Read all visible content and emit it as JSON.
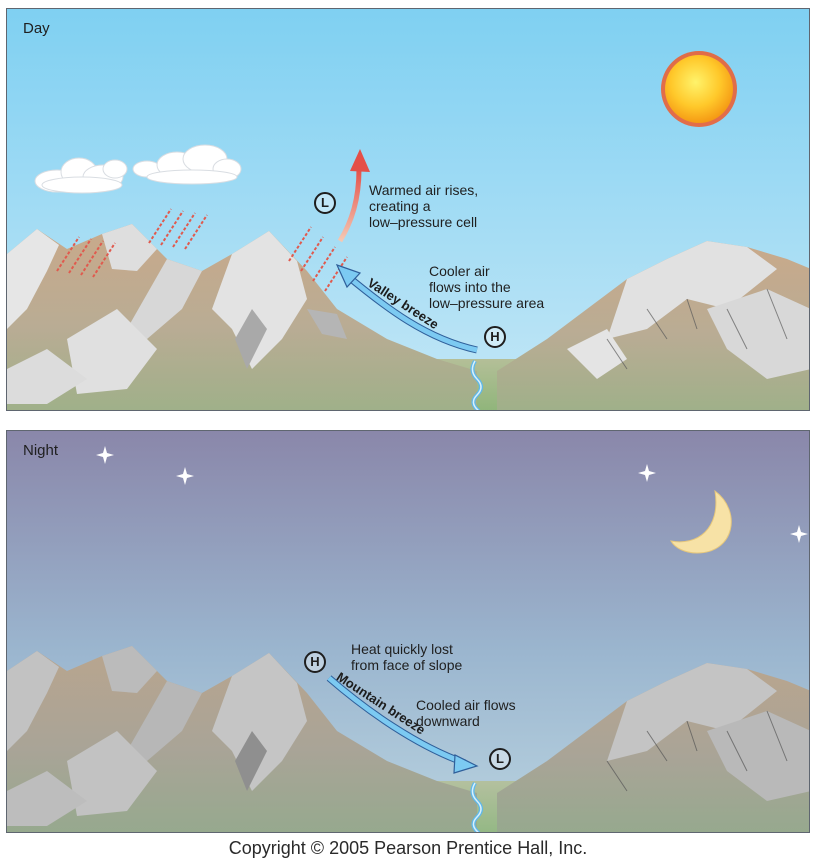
{
  "day_panel": {
    "title": "Day",
    "callout_warm": "Warmed air rises,\ncreating a\nlow–pressure cell",
    "callout_cool": "Cooler air\nflows into the\nlow–pressure area",
    "breeze_label": "Valley breeze",
    "low_marker": "L",
    "high_marker": "H",
    "colors": {
      "sky_top": "#7fd0f2",
      "sky_bottom": "#c2e6f5",
      "arrow": "#61b9e8",
      "rise_arrow": "#e0574f",
      "sun": "#ffb01e"
    }
  },
  "night_panel": {
    "title": "Night",
    "callout_heat": "Heat quickly lost\nfrom face of slope",
    "callout_cool": "Cooled air flows\ndownward",
    "breeze_label": "Mountain breeze",
    "high_marker": "H",
    "low_marker": "L",
    "colors": {
      "sky_top": "#8c8bad",
      "sky_bottom": "#a9c6da",
      "arrow": "#61b9e8",
      "moon": "#f7e2a6"
    }
  },
  "footer": {
    "copyright": "Copyright © 2005 Pearson Prentice Hall, Inc."
  }
}
